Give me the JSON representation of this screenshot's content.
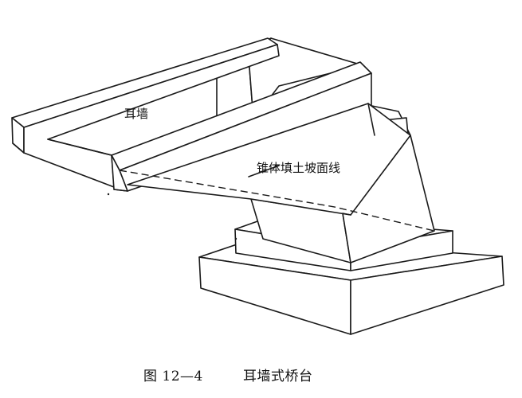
{
  "labels": {
    "ear_wall": "耳墙",
    "cone_fill_slope_line": "锥体填土坡面线"
  },
  "caption": {
    "number": "图 12—4",
    "title": "耳墙式桥台"
  }
}
